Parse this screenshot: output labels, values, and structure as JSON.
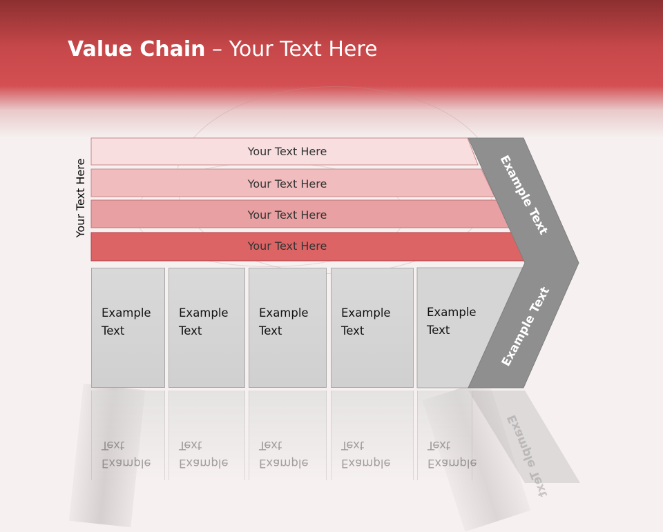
{
  "title": {
    "bold": "Value Chain",
    "rest": " – Your Text Here"
  },
  "side_label": "Your Text Here",
  "bars": [
    {
      "label": "Your Text Here",
      "color": "#f8dedf"
    },
    {
      "label": "Your Text Here",
      "color": "#f1bcbe"
    },
    {
      "label": "Your Text Here",
      "color": "#e8a0a2"
    },
    {
      "label": "Your Text Here",
      "color": "#dd6465"
    }
  ],
  "cells": [
    {
      "line1": "Example",
      "line2": "Text"
    },
    {
      "line1": "Example",
      "line2": "Text"
    },
    {
      "line1": "Example",
      "line2": "Text"
    },
    {
      "line1": "Example",
      "line2": "Text"
    },
    {
      "line1": "Example",
      "line2": "Text"
    }
  ],
  "chevron": {
    "top_label": "Example Text",
    "bottom_label": "Example Text",
    "color": "#8f8f8f"
  },
  "colors": {
    "header": "#cf4c4f",
    "bar_border": "#c24a4c"
  }
}
